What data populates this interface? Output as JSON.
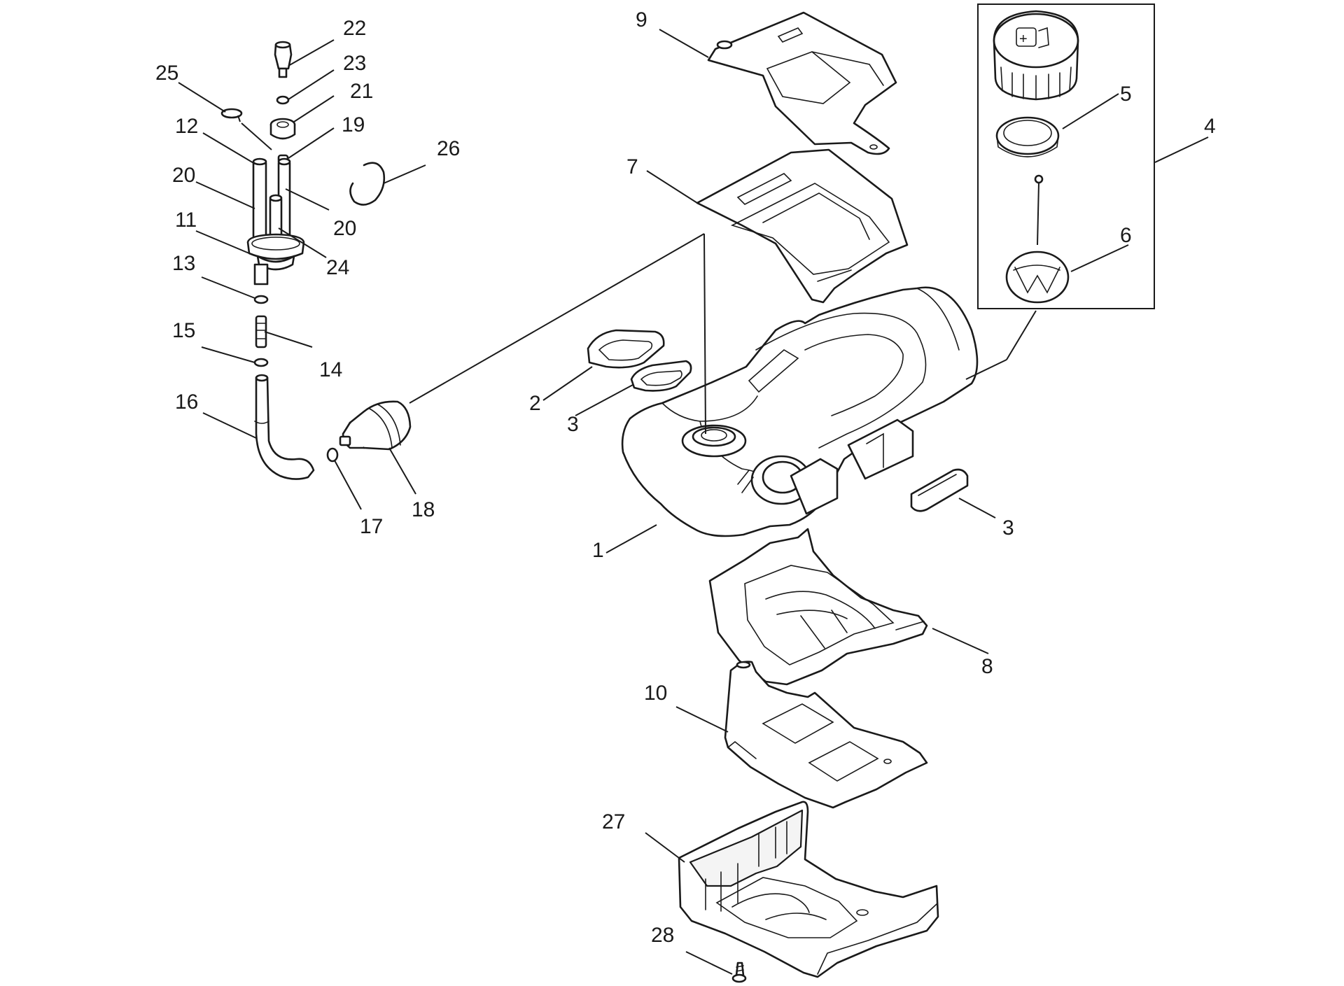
{
  "callouts": [
    {
      "id": "c1",
      "text": "1"
    },
    {
      "id": "c2",
      "text": "2"
    },
    {
      "id": "c3a",
      "text": "3"
    },
    {
      "id": "c3b",
      "text": "3"
    },
    {
      "id": "c4",
      "text": "4"
    },
    {
      "id": "c5",
      "text": "5"
    },
    {
      "id": "c6",
      "text": "6"
    },
    {
      "id": "c7",
      "text": "7"
    },
    {
      "id": "c8",
      "text": "8"
    },
    {
      "id": "c9",
      "text": "9"
    },
    {
      "id": "c10",
      "text": "10"
    },
    {
      "id": "c11",
      "text": "11"
    },
    {
      "id": "c12",
      "text": "12"
    },
    {
      "id": "c13",
      "text": "13"
    },
    {
      "id": "c14",
      "text": "14"
    },
    {
      "id": "c15",
      "text": "15"
    },
    {
      "id": "c16",
      "text": "16"
    },
    {
      "id": "c17",
      "text": "17"
    },
    {
      "id": "c18",
      "text": "18"
    },
    {
      "id": "c19",
      "text": "19"
    },
    {
      "id": "c20a",
      "text": "20"
    },
    {
      "id": "c20b",
      "text": "20"
    },
    {
      "id": "c21",
      "text": "21"
    },
    {
      "id": "c22",
      "text": "22"
    },
    {
      "id": "c23",
      "text": "23"
    },
    {
      "id": "c24",
      "text": "24"
    },
    {
      "id": "c25",
      "text": "25"
    },
    {
      "id": "c26",
      "text": "26"
    },
    {
      "id": "c27",
      "text": "27"
    },
    {
      "id": "c28",
      "text": "28"
    }
  ]
}
